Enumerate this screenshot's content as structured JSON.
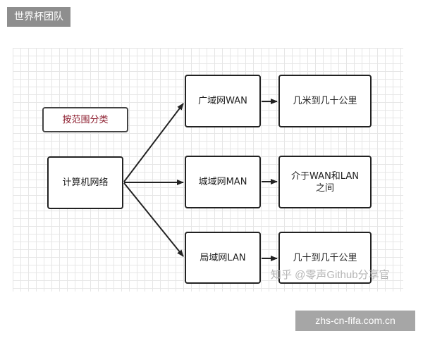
{
  "header_tag": "世界杯团队",
  "footer_tag": "zhs-cn-fifa.com.cn",
  "watermark": "知乎 @零声Github分享官",
  "diagram": {
    "category_label": "按范围分类",
    "root": "计算机网络",
    "networks": [
      {
        "name": "广域网WAN",
        "range": "几米到几十公里"
      },
      {
        "name": "城域网MAN",
        "range_lines": [
          "介于WAN和LAN",
          "之间"
        ]
      },
      {
        "name": "局域网LAN",
        "range": "几十到几千公里"
      }
    ]
  },
  "colors": {
    "border": "#222222",
    "label_text": "#8b1a2b",
    "grid": "#e6e6e6"
  }
}
